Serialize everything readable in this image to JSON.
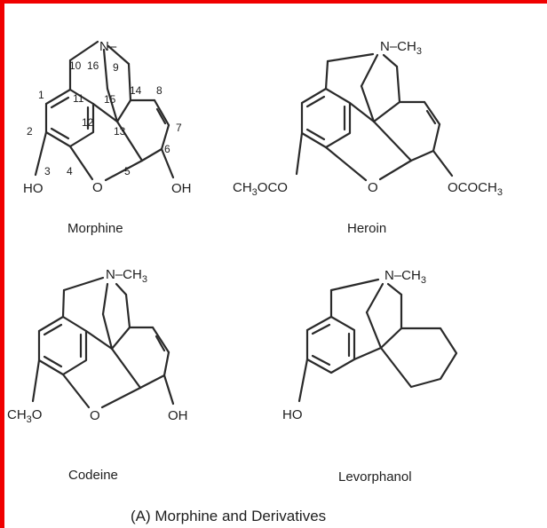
{
  "colors": {
    "frame": "#f00000",
    "ink": "#2a2a2a"
  },
  "morphine": {
    "name": "Morphine",
    "n_label": "N–",
    "ho": "HO",
    "o": "O",
    "oh": "OH",
    "numbers": [
      "1",
      "2",
      "3",
      "4",
      "5",
      "6",
      "7",
      "8",
      "9",
      "10",
      "11",
      "12",
      "13",
      "14",
      "15",
      "16"
    ]
  },
  "heroin": {
    "name": "Heroin",
    "n_label": "N–CH",
    "n_sub": "3",
    "left_sub_a": "CH",
    "left_sub_b": "3",
    "left_sub_c": "OCO",
    "o": "O",
    "right_sub_a": "OCOCH",
    "right_sub_b": "3"
  },
  "codeine": {
    "name": "Codeine",
    "n_label": "N–CH",
    "n_sub": "3",
    "left_sub_a": "CH",
    "left_sub_b": "3",
    "left_sub_c": "O",
    "o": "O",
    "oh": "OH"
  },
  "levorphanol": {
    "name": "Levorphanol",
    "n_label": "N–CH",
    "n_sub": "3",
    "ho": "HO"
  },
  "caption": "(A) Morphine and Derivatives"
}
